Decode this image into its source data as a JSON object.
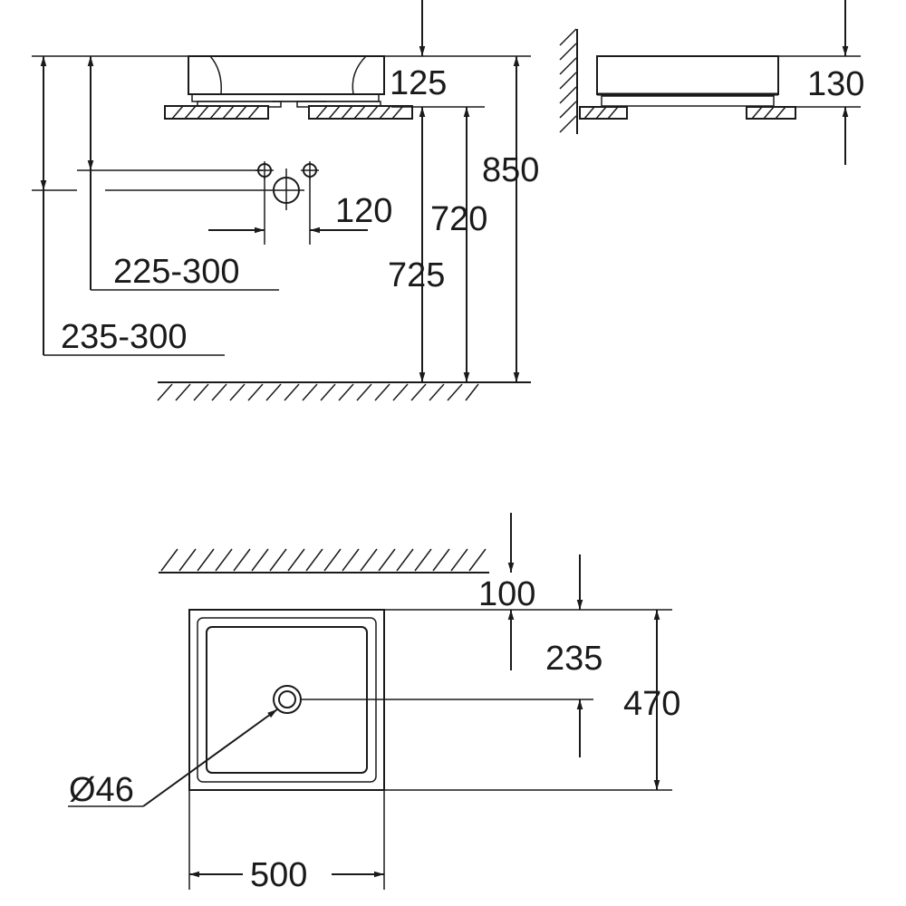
{
  "colors": {
    "line": "#1a1a1a",
    "background": "#ffffff"
  },
  "front_view": {
    "dim_basin_height": "125",
    "dim_tap_spacing": "120",
    "dim_tap_height": "225-300",
    "dim_waste_height": "235-300",
    "dim_counter_height": "725",
    "dim_counter_top": "720",
    "dim_rim_height": "850"
  },
  "side_view": {
    "dim_height": "130"
  },
  "top_view": {
    "dim_wall_gap": "100",
    "dim_half_depth": "235",
    "dim_depth": "470",
    "dim_drain_diameter": "Ø46",
    "dim_width": "500"
  }
}
